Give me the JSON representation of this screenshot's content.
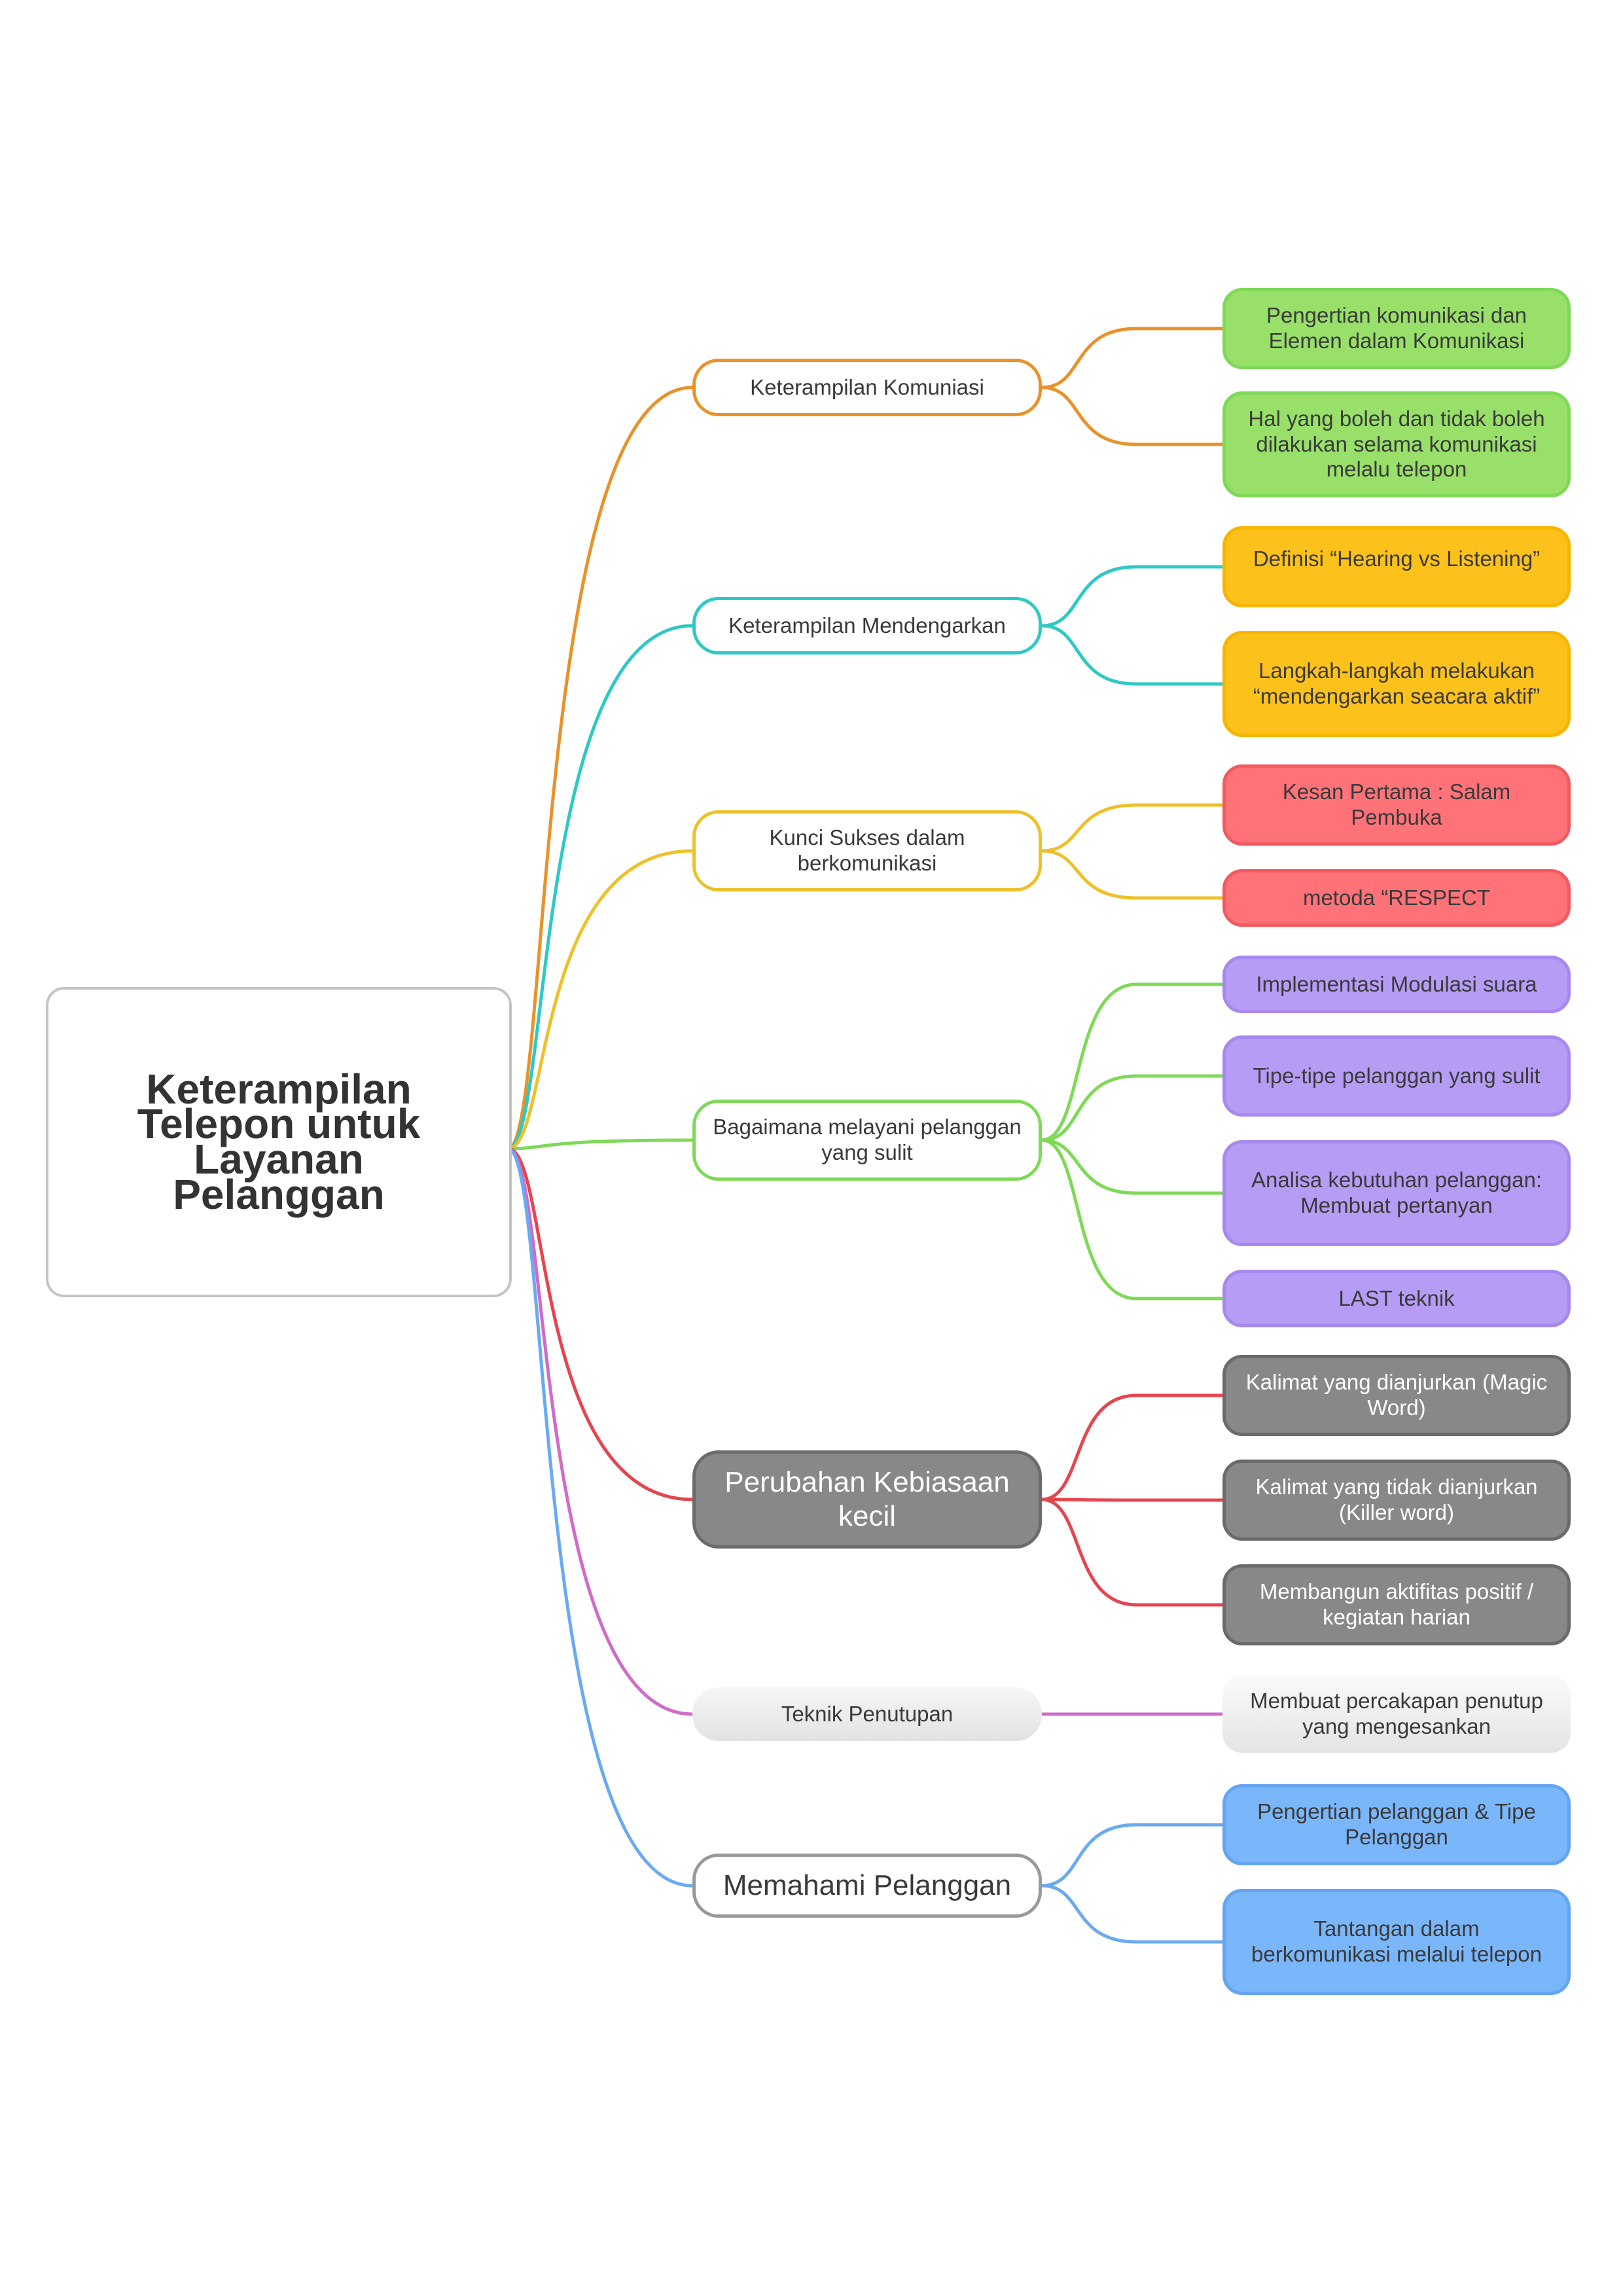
{
  "root": {
    "title": "Keterampilan Telepon untuk Layanan Pelanggan"
  },
  "branches": [
    {
      "label": "Keterampilan Komuniasi",
      "color": "#e8922a",
      "children": [
        {
          "label": "Pengertian komunikasi dan Elemen dalam Komunikasi",
          "fill": "#98e06a",
          "border": "#7ed957"
        },
        {
          "label": "Hal yang boleh dan tidak boleh dilakukan selama komunikasi melalu telepon",
          "fill": "#98e06a",
          "border": "#7ed957"
        }
      ]
    },
    {
      "label": "Keterampilan Mendengarkan",
      "color": "#2ec9c4",
      "children": [
        {
          "label": "Definisi “Hearing vs Listening”",
          "fill": "#fcc21b",
          "border": "#f7b500"
        },
        {
          "label": "Langkah-langkah melakukan “mendengarkan seacara aktif”",
          "fill": "#fcc21b",
          "border": "#f7b500"
        }
      ]
    },
    {
      "label": "Kunci Sukses dalam berkomunikasi",
      "color": "#eec029",
      "children": [
        {
          "label": "Kesan Pertama : Salam Pembuka",
          "fill": "#ff7278",
          "border": "#f25a60"
        },
        {
          "label": "metoda “RESPECT",
          "fill": "#ff7278",
          "border": "#f25a60"
        }
      ]
    },
    {
      "label": "Bagaimana melayani pelanggan yang sulit",
      "color": "#7ed957",
      "children": [
        {
          "label": "Implementasi Modulasi suara",
          "fill": "#b69cf5",
          "border": "#a788ee"
        },
        {
          "label": "Tipe-tipe pelanggan yang sulit",
          "fill": "#b69cf5",
          "border": "#a788ee"
        },
        {
          "label": "Analisa kebutuhan pelanggan: Membuat pertanyan",
          "fill": "#b69cf5",
          "border": "#a788ee"
        },
        {
          "label": "LAST teknik",
          "fill": "#b69cf5",
          "border": "#a788ee"
        }
      ]
    },
    {
      "label": "Perubahan Kebiasaan kecil",
      "color": "#e5454f",
      "style": "dark",
      "children": [
        {
          "label": "Kalimat yang dianjurkan (Magic Word)",
          "fill": "#888888",
          "border": "#6b6b6b"
        },
        {
          "label": "Kalimat yang tidak dianjurkan (Killer word)",
          "fill": "#888888",
          "border": "#6b6b6b"
        },
        {
          "label": "Membangun aktifitas positif / kegiatan harian",
          "fill": "#888888",
          "border": "#6b6b6b"
        }
      ]
    },
    {
      "label": "Teknik Penutupan",
      "color": "#d06bc8",
      "style": "plain",
      "children": [
        {
          "label": "Membuat percakapan penutup yang mengesankan",
          "fill": "#eeeeee",
          "border": "#eeeeee"
        }
      ]
    },
    {
      "label": "Memahami Pelanggan",
      "color": "#6aaaf0",
      "style": "big",
      "children": [
        {
          "label": "Pengertian pelanggan & Tipe Pelanggan",
          "fill": "#7ab6fa",
          "border": "#64a4f2"
        },
        {
          "label": "Tantangan dalam berkomunikasi melalui telepon",
          "fill": "#7ab6fa",
          "border": "#64a4f2"
        }
      ]
    }
  ]
}
